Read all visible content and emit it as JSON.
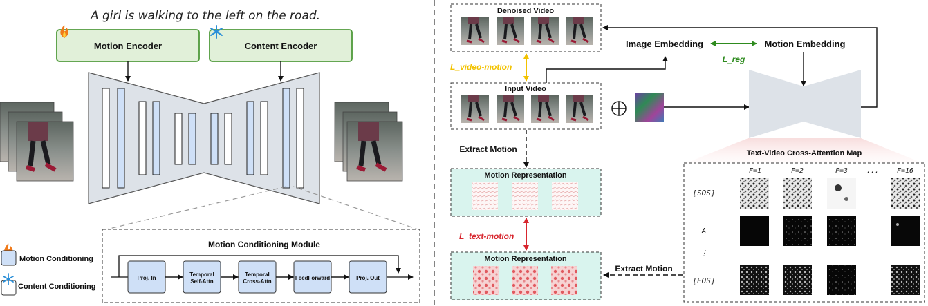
{
  "left": {
    "caption": "A girl is walking to the left on the road.",
    "motion_encoder": "Motion Encoder",
    "content_encoder": "Content Encoder",
    "module_title": "Motion Conditioning Module",
    "module_blocks": [
      "Proj. In",
      "Temporal\nSelf-Attn",
      "Temporal\nCross-Attn",
      "FeedForward",
      "Proj. Out"
    ],
    "legend": {
      "motion": "Motion Conditioning",
      "content": "Content Conditioning"
    },
    "icons": {
      "motion": "fire-icon",
      "content": "snowflake-icon"
    }
  },
  "right": {
    "denoised_video": "Denoised Video",
    "input_video": "Input Video",
    "l_video_motion": "L_video-motion",
    "image_embedding": "Image Embedding",
    "motion_embedding": "Motion Embedding",
    "l_reg": "L_reg",
    "extract_motion_top": "Extract Motion",
    "extract_motion_bottom": "Extract Motion",
    "motion_repr_top": "Motion Representation",
    "motion_repr_bottom": "Motion Representation",
    "l_text_motion": "L_text-motion",
    "oplus_symbol": "⊕",
    "attention_map": {
      "title": "Text-Video Cross-Attention Map",
      "columns": [
        "F=1",
        "F=2",
        "F=3",
        "...",
        "F=16"
      ],
      "rows": [
        "[SOS]",
        "A",
        "⋮",
        "[EOS]"
      ]
    }
  },
  "colors": {
    "encoder_fill": "#e1f0d9",
    "encoder_stroke": "#4f9a3a",
    "unet_fill": "#dde2e8",
    "block_blue": "#cfe0f7",
    "motion_repr_fill": "#d9f4ee",
    "l_video_motion": "#f2c200",
    "l_reg": "#2e8b1e",
    "l_text_motion": "#d7262e"
  }
}
